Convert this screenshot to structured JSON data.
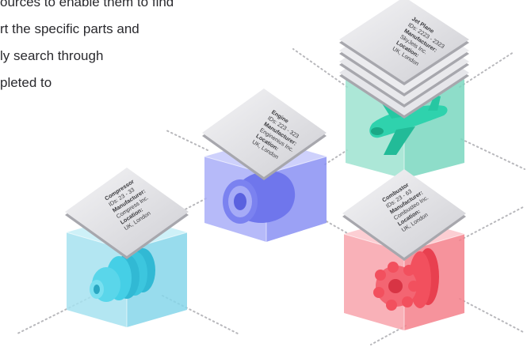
{
  "intro": {
    "lines": [
      "ources to enable them to find",
      "rt the specific parts and",
      "ly search through",
      "pleted to"
    ]
  },
  "components": {
    "jet_plane": {
      "title": "Jet Plane",
      "ids": "IDs: 2223 - 2323",
      "manufacturer_label": "Manufacturer:",
      "manufacturer": "SkyJets Inc.",
      "location_label": "Location:",
      "location": "UK, London",
      "color": "#3fd3b3"
    },
    "engine": {
      "title": "Engine",
      "ids": "IDs: 223 - 323",
      "manufacturer_label": "Manufacturer:",
      "manufacturer": "Enginenius Inc.",
      "location_label": "Location:",
      "location": "UK, London",
      "color": "#7b82f0"
    },
    "compressor": {
      "title": "Compressor",
      "ids": "IDs: 23 - 33",
      "manufacturer_label": "Manufacturer:",
      "manufacturer": "Compress Inc.",
      "location_label": "Location:",
      "location": "UK, London",
      "color": "#3cc6de"
    },
    "combustor": {
      "title": "Combustor",
      "ids": "IDs: 23 - 63",
      "manufacturer_label": "Manufacturer:",
      "manufacturer": "Combusteo Inc.",
      "location_label": "Location:",
      "location": "UK, London",
      "color": "#f2505e"
    }
  }
}
